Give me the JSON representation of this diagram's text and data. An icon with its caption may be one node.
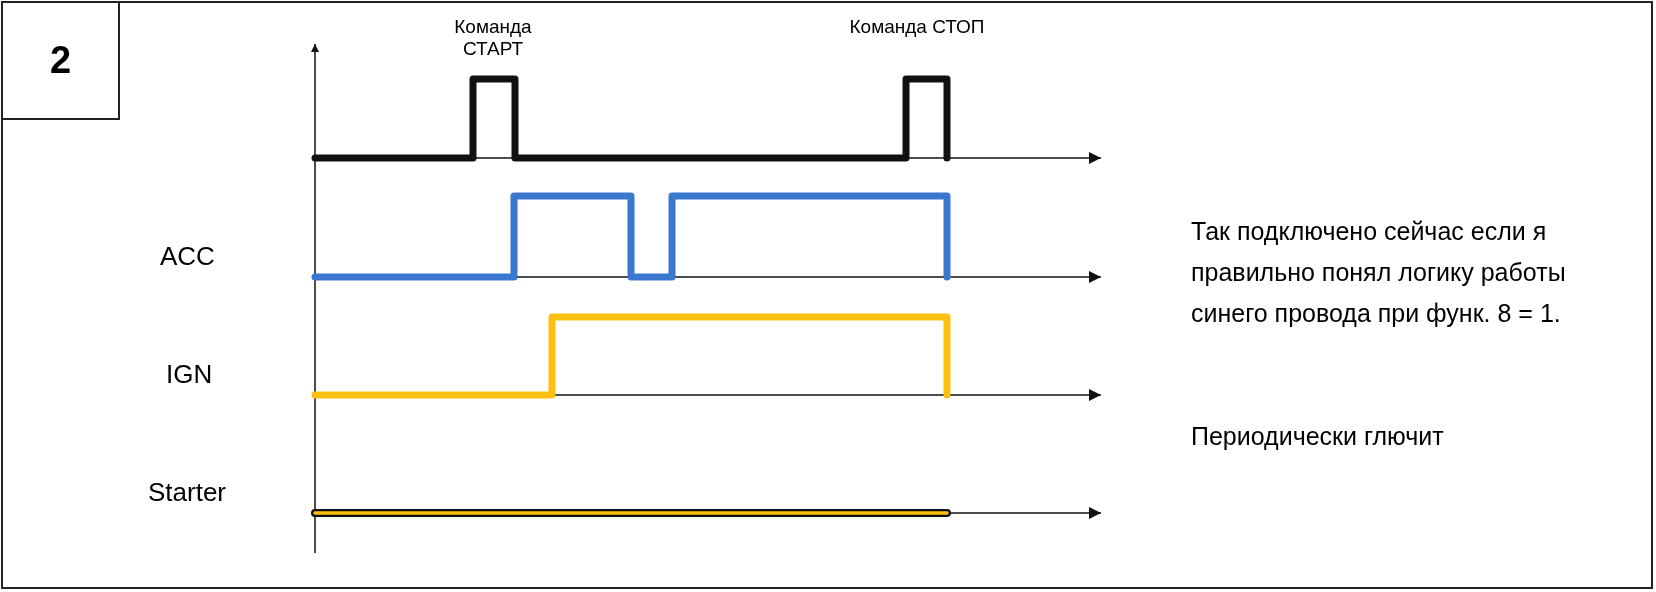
{
  "diagram": {
    "nodes": [
      {
        "text": [
          "2"
        ]
      }
    ],
    "labels": [
      "Команда СТАРТ",
      "Команда СТОП",
      "ACC",
      "IGN",
      "Starter",
      "Так подключено сейчас если я правильно понял логику работы синего провода при функ. 8 = 1.",
      "Периодически глючит"
    ]
  }
}
